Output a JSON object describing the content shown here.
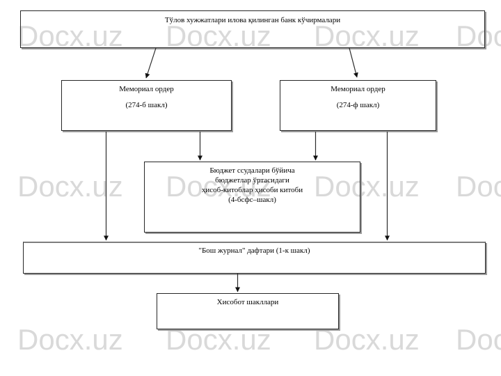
{
  "page": {
    "background": "#ffffff"
  },
  "watermark": {
    "text": "Docx.uz",
    "color": "#d9d9d9"
  },
  "diagram": {
    "bank_statements_box": {
      "label": "Тўлов хужжатлари илова қилинган банк кўчирмалари"
    },
    "memorial_order_b": {
      "title": "Мемориал ордер",
      "form": "(274-б шакл)"
    },
    "memorial_order_f": {
      "title": "Мемориал ордер",
      "form": "(274-ф шакл)"
    },
    "budget_loans_book": {
      "line1": "Бюджет ссудалари бўйича",
      "line2": "бюджетлар ўртасидаги",
      "line3": "ҳисоб-китоблар ҳисоби китоби",
      "line4": "(4-бсфс–шакл)"
    },
    "general_journal": {
      "label": "\"Бош журнал\" дафтари (1-к шакл)"
    },
    "report_forms": {
      "label": "Хисобот шакллари"
    }
  }
}
